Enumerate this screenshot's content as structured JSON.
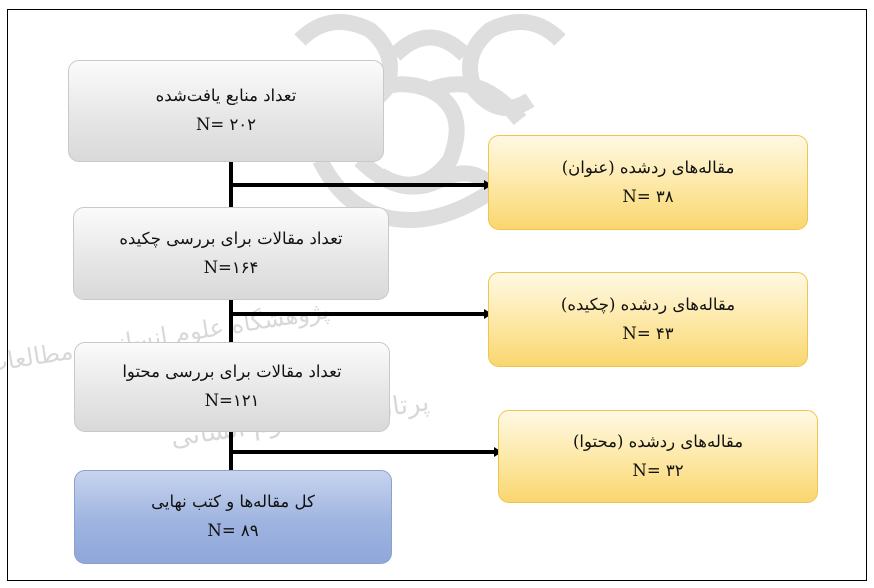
{
  "boxes": {
    "found": {
      "label": "تعداد منابع یافت‌شده",
      "count": "N= ۲۰۲"
    },
    "abstract_review": {
      "label": "تعداد مقالات برای بررسی چکیده",
      "count": "N=۱۶۴"
    },
    "content_review": {
      "label": "تعداد مقالات برای بررسی محتوا",
      "count": "N=۱۲۱"
    },
    "final": {
      "label": "کل مقاله‌ها و کتب نهایی",
      "count": "N= ۸۹"
    },
    "rejected_title": {
      "label": "مقاله‌های ردشده (عنوان)",
      "count": "N= ۳۸"
    },
    "rejected_abstract": {
      "label": "مقاله‌های ردشده (چکیده)",
      "count": "N= ۴۳"
    },
    "rejected_content": {
      "label": "مقاله‌های ردشده (محتوا)",
      "count": "N= ۳۲"
    }
  },
  "watermark": {
    "line1": "پژوهشگاه علوم انسانی و مطالعات فرهنگی",
    "line2": "پرتال جامع علوم انسانی"
  },
  "colors": {
    "gray_box": "#e4e4e4",
    "yellow_box": "#fde29a",
    "blue_box": "#9fb4e0",
    "connector": "#000000"
  }
}
